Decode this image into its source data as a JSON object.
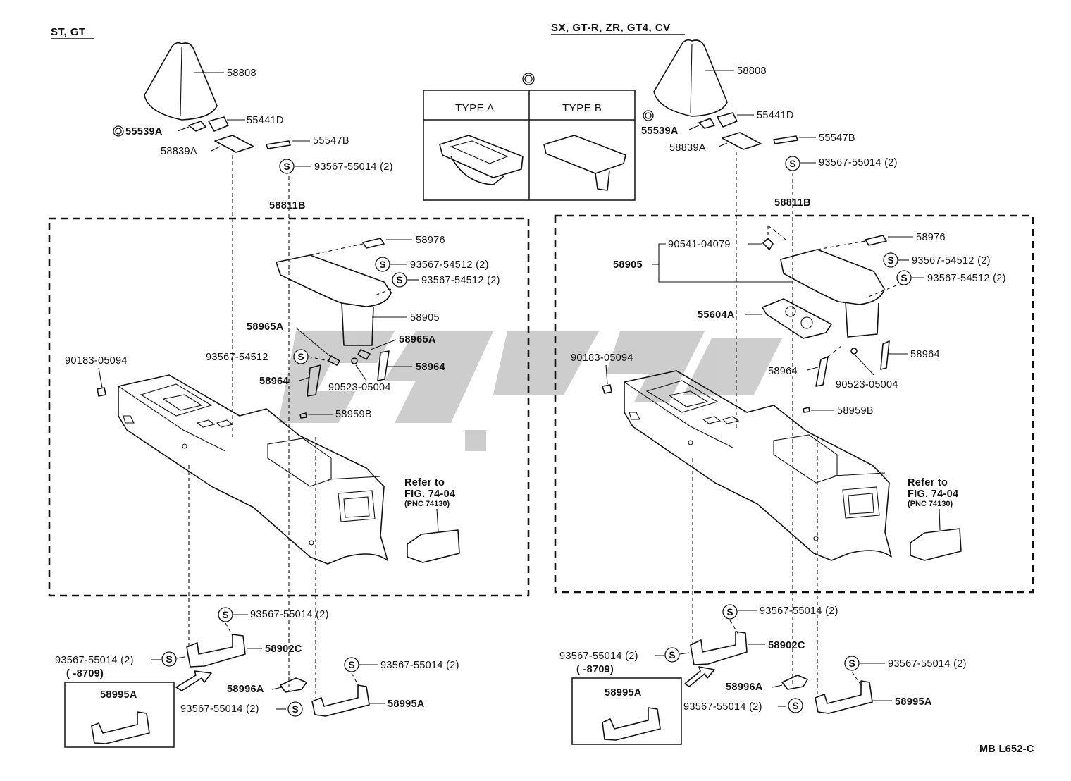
{
  "variants": {
    "left": "ST, GT",
    "right": "SX, GT-R, ZR, GT4, CV"
  },
  "inset": {
    "type_a": "TYPE A",
    "type_b": "TYPE B"
  },
  "symbol_s": "S",
  "footer_code": "MB L652-C",
  "left_parts": {
    "shift_boot": "58808",
    "cover_55441d": "55441D",
    "plug_55539a": "55539A",
    "plate_58839a": "58839A",
    "clip_55547b": "55547B",
    "screw_top": "93567-55014 (2)",
    "console_assy": "58811B",
    "hinge_58976": "58976",
    "screw_54512_a": "93567-54512 (2)",
    "screw_54512_b": "93567-54512 (2)",
    "armrest_58905": "58905",
    "stay_58965a_l": "58965A",
    "stay_58965a_r": "58965A",
    "screw_54512_c": "93567-54512",
    "stay_58964_l": "58964",
    "stay_58964_r": "58964",
    "spring_90523": "90523-05004",
    "clip_90183": "90183-05094",
    "plug_58959b": "58959B",
    "refer_line1": "Refer to",
    "refer_line2": "FIG. 74-04",
    "refer_line3": "(PNC 74130)",
    "screw_b1": "93567-55014 (2)",
    "bracket_58902c": "58902C",
    "screw_b2": "93567-55014 (2)",
    "date_code": "(     -8709)",
    "bracket_58995a_box": "58995A",
    "bracket_58996a": "58996A",
    "screw_b3": "93567-55014 (2)",
    "screw_b4": "93567-55014 (2)",
    "bracket_58995a": "58995A"
  },
  "right_parts": {
    "shift_boot": "58808",
    "cover_55441d": "55441D",
    "plug_55539a": "55539A",
    "plate_58839a": "58839A",
    "clip_55547b": "55547B",
    "screw_top": "93567-55014 (2)",
    "console_assy": "58811B",
    "hinge_58976": "58976",
    "clip_90541": "90541-04079",
    "armrest_58905": "58905",
    "screw_54512_a": "93567-54512 (2)",
    "screw_54512_b": "93567-54512 (2)",
    "holder_55604a": "55604A",
    "clip_90183": "90183-05094",
    "stay_58964_l": "58964",
    "stay_58964_r": "58964",
    "spring_90523": "90523-05004",
    "plug_58959b": "58959B",
    "refer_line1": "Refer to",
    "refer_line2": "FIG. 74-04",
    "refer_line3": "(PNC 74130)",
    "screw_b1": "93567-55014 (2)",
    "bracket_58902c": "58902C",
    "screw_b2": "93567-55014 (2)",
    "date_code": "(     -8709)",
    "bracket_58995a_box": "58995A",
    "bracket_58996a": "58996A",
    "screw_b3": "93567-55014 (2)",
    "screw_b4": "93567-55014 (2)",
    "bracket_58995a": "58995A"
  }
}
